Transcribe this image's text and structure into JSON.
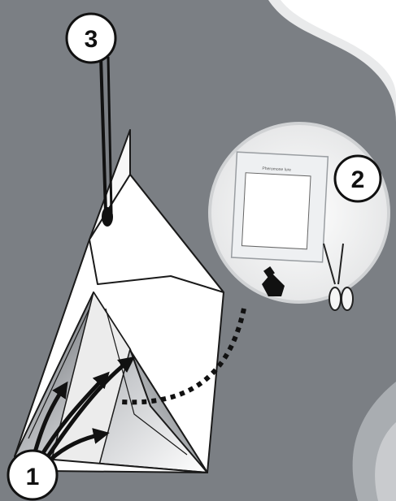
{
  "diagram": {
    "steps": [
      {
        "label": "1"
      },
      {
        "label": "2"
      },
      {
        "label": "3"
      }
    ],
    "sachet": {
      "title": "Pheromone lure"
    },
    "icons": [
      "trap-icon",
      "sachet-icon",
      "scissors-icon",
      "lure-capsule-icon",
      "hanger-wire-icon",
      "arrow-icon"
    ],
    "colors": {
      "background": "#7b7f84",
      "background_light": "#a9adb1",
      "paper": "#ffffff",
      "outline": "#1a1a1a",
      "callout_bg": "#f2f2f2"
    }
  }
}
